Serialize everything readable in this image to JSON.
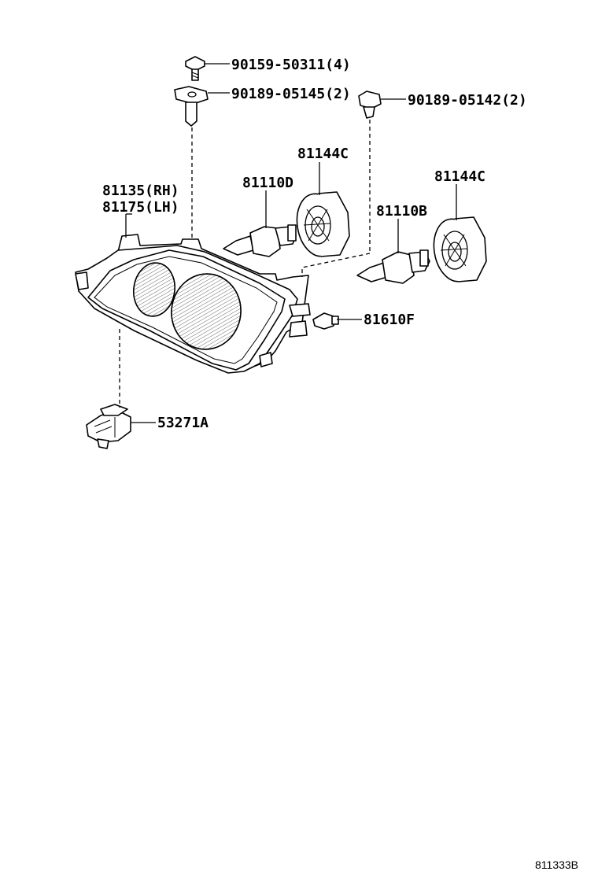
{
  "diagram": {
    "reference_code": "811333B",
    "callouts": {
      "screw": "90159-50311(4)",
      "clip_bracket": "90189-05145(2)",
      "clip_right": "90189-05142(2)",
      "headlamp_rh": "81135(RH)",
      "headlamp_lh": "81175(LH)",
      "bulb_left": "81110D",
      "socket_left": "81144C",
      "bulb_right": "81110B",
      "socket_right": "81144C",
      "side_bulb": "81610F",
      "adjuster": "53271A"
    }
  }
}
